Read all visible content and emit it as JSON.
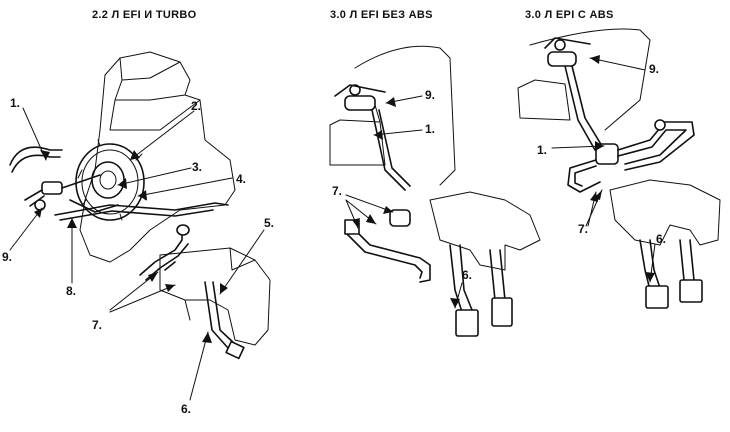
{
  "panels": [
    {
      "title": "2.2 Л EFI И TURBO",
      "callouts": [
        "1.",
        "2.",
        "3.",
        "4.",
        "5.",
        "6.",
        "7.",
        "8.",
        "9."
      ]
    },
    {
      "title": "3.0 Л EFI БЕЗ ABS",
      "callouts": [
        "9.",
        "1.",
        "7.",
        "6."
      ]
    },
    {
      "title": "3.0 Л EPI С ABS",
      "callouts": [
        "9.",
        "1.",
        "7.",
        "6."
      ]
    }
  ],
  "colors": {
    "ink": "#111111",
    "paper": "#ffffff"
  }
}
